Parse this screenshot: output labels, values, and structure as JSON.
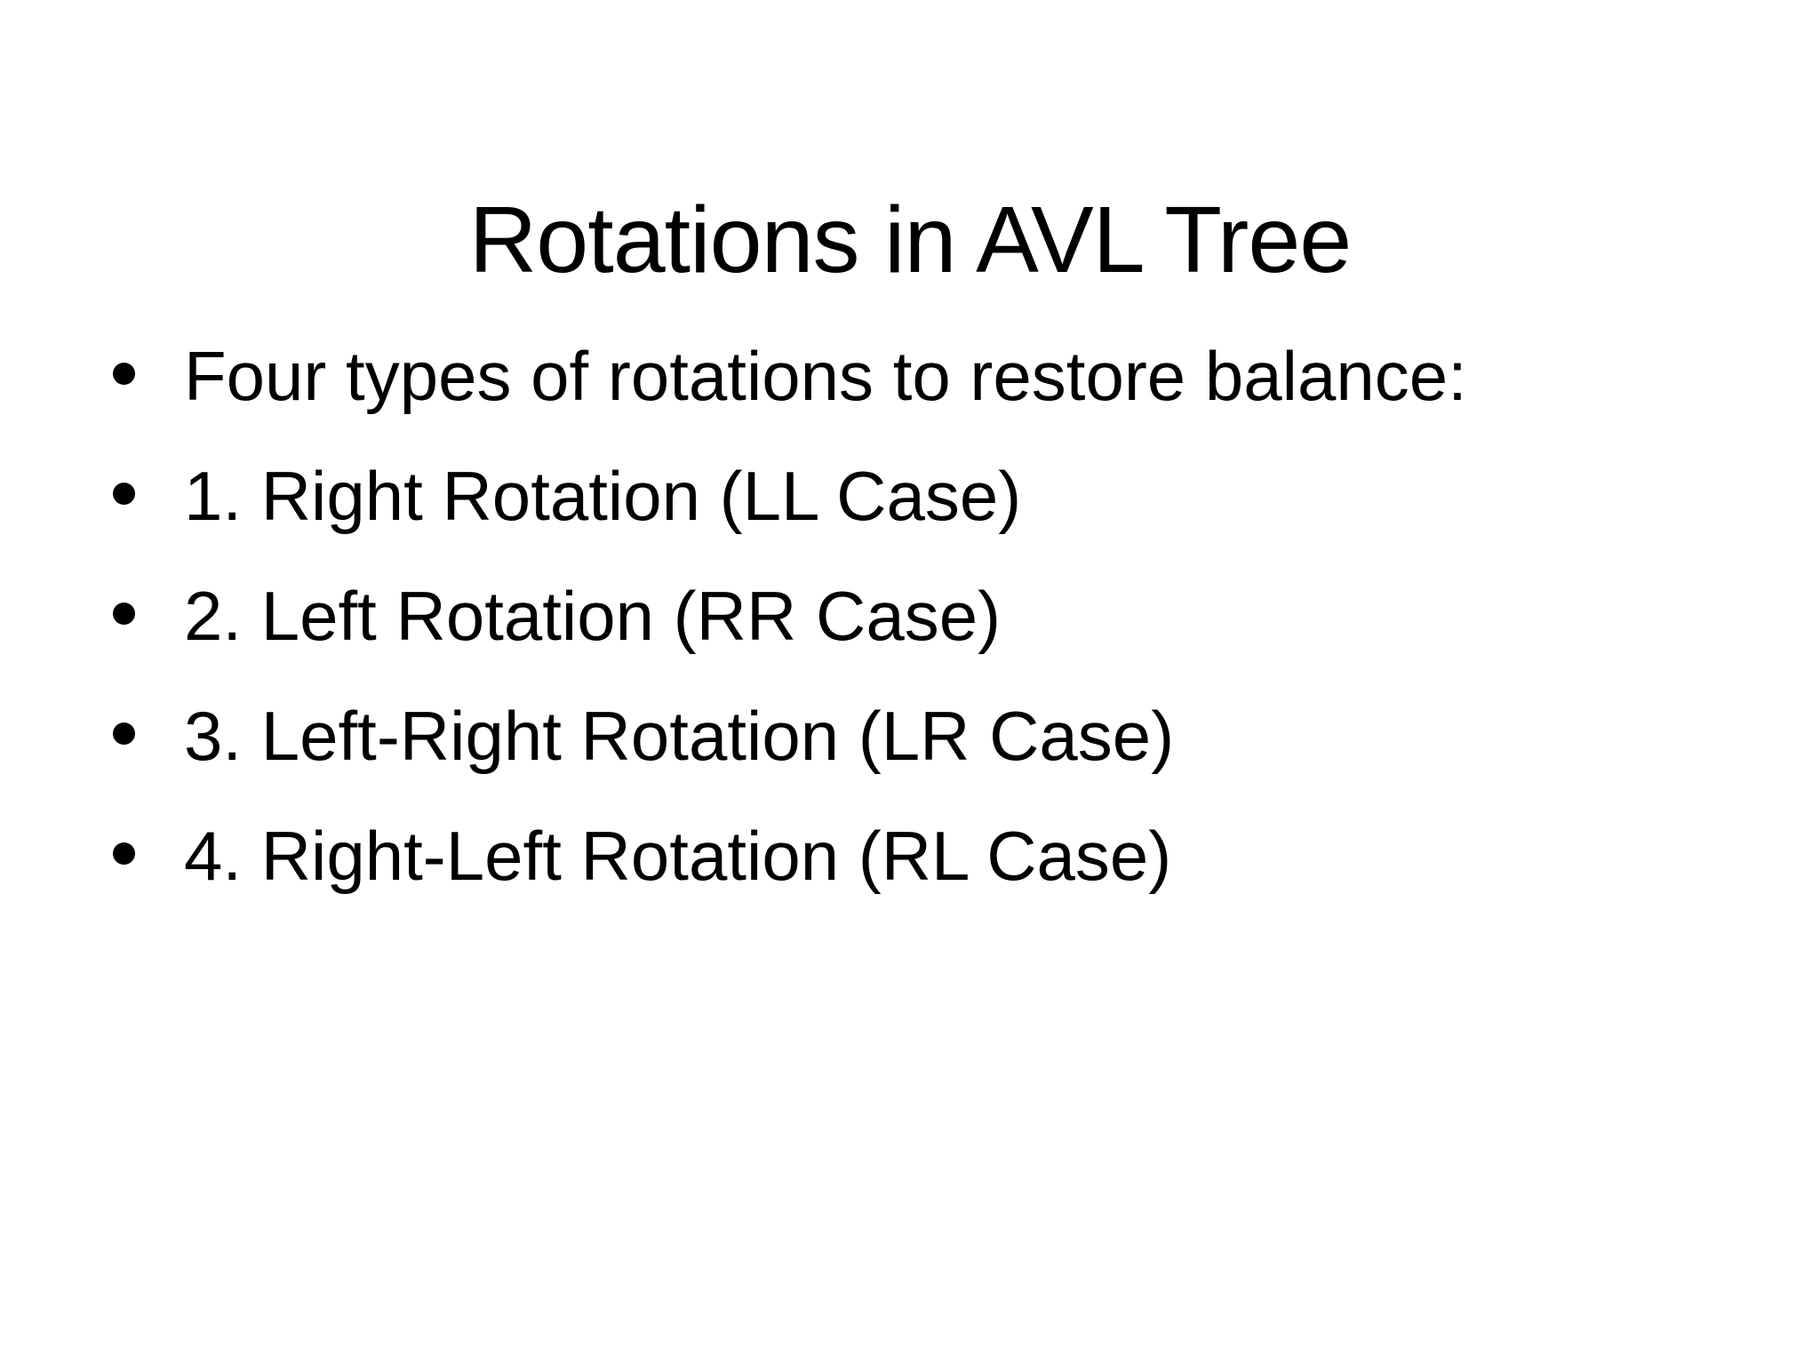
{
  "slide": {
    "title": "Rotations in AVL Tree",
    "bullets": [
      "Four types of rotations to restore balance:",
      "1. Right Rotation (LL Case)",
      "2. Left Rotation (RR Case)",
      "3. Left-Right Rotation (LR Case)",
      "4. Right-Left Rotation (RL Case)"
    ],
    "colors": {
      "background": "#ffffff",
      "text": "#000000"
    }
  }
}
